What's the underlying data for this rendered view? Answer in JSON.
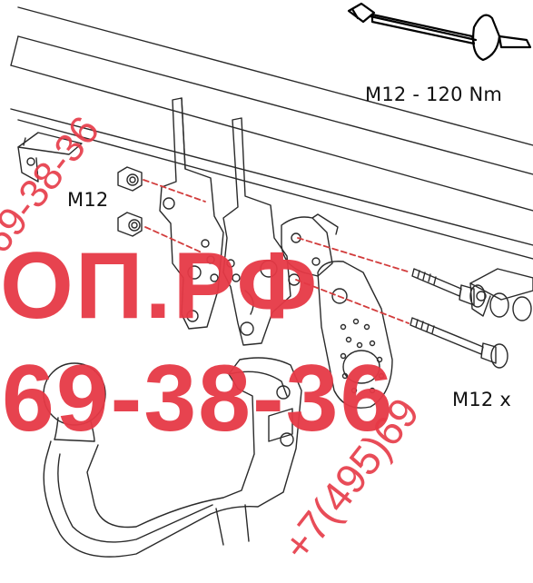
{
  "labels": {
    "torque": "M12 - 120 Nm",
    "nut": "M12",
    "bolt": "M12 x"
  },
  "watermark": {
    "big_line1": "ОП.РФ",
    "big_line2": "69-38-36",
    "diag_line1": "69-38-36",
    "diag_line2": "+7(495)69",
    "color": "#e63946"
  },
  "icons": [
    "torque-wrench-icon"
  ]
}
